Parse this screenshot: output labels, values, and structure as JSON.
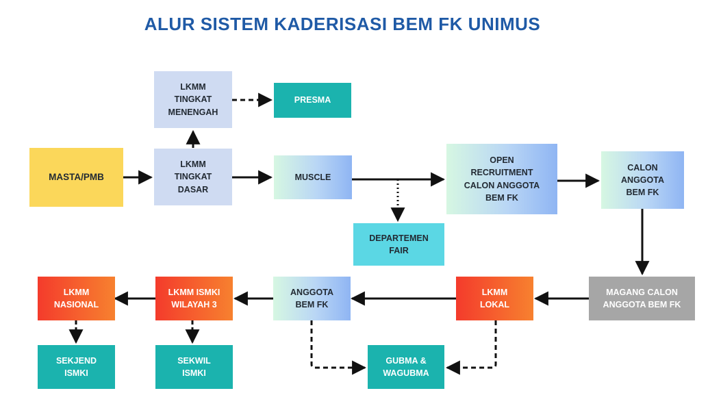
{
  "title": "ALUR SISTEM KADERISASI BEM FK UNIMUS",
  "colors": {
    "title": "#1f5aa6",
    "edge": "#111111",
    "yellow": "#fbd75a",
    "lavender": "#cfdbf2",
    "teal": "#1bb3ae",
    "cyan": "#5bd7e4",
    "gray": "#a6a6a6",
    "red_start": "#f43b2c",
    "red_end": "#f7812f"
  },
  "nodes": {
    "masta": "MASTA/PMB",
    "lkmm_dasar": "LKMM\nTINGKAT\nDASAR",
    "lkmm_menengah": "LKMM\nTINGKAT\nMENENGAH",
    "presma": "PRESMA",
    "muscle": "MUSCLE",
    "departemen_fair": "DEPARTEMEN\nFAIR",
    "open_recruitment": "OPEN\nRECRUITMENT\nCALON ANGGOTA\nBEM FK",
    "calon_anggota": "CALON\nANGGOTA\nBEM FK",
    "magang": "MAGANG CALON\nANGGOTA BEM FK",
    "lkmm_lokal": "LKMM\nLOKAL",
    "anggota_bemfk": "ANGGOTA\nBEM FK",
    "lkmm_ismki": "LKMM ISMKI\nWILAYAH 3",
    "lkmm_nasional": "LKMM\nNASIONAL",
    "sekjend": "SEKJEND\nISMKI",
    "sekwil": "SEKWIL\nISMKI",
    "gubma": "GUBMA &\nWAGUBMA"
  },
  "edges": [
    {
      "from": "masta",
      "to": "lkmm_dasar",
      "style": "solid"
    },
    {
      "from": "lkmm_dasar",
      "to": "lkmm_menengah",
      "style": "solid"
    },
    {
      "from": "lkmm_menengah",
      "to": "presma",
      "style": "dashed"
    },
    {
      "from": "lkmm_dasar",
      "to": "muscle",
      "style": "solid"
    },
    {
      "from": "muscle",
      "to": "open_recruitment",
      "style": "solid"
    },
    {
      "from": "muscle",
      "to": "departemen_fair",
      "style": "dotted"
    },
    {
      "from": "open_recruitment",
      "to": "calon_anggota",
      "style": "solid"
    },
    {
      "from": "calon_anggota",
      "to": "magang",
      "style": "solid"
    },
    {
      "from": "magang",
      "to": "lkmm_lokal",
      "style": "solid"
    },
    {
      "from": "lkmm_lokal",
      "to": "anggota_bemfk",
      "style": "solid"
    },
    {
      "from": "anggota_bemfk",
      "to": "lkmm_ismki",
      "style": "solid"
    },
    {
      "from": "lkmm_ismki",
      "to": "lkmm_nasional",
      "style": "solid"
    },
    {
      "from": "lkmm_nasional",
      "to": "sekjend",
      "style": "dashed"
    },
    {
      "from": "lkmm_ismki",
      "to": "sekwil",
      "style": "dashed"
    },
    {
      "from": "anggota_bemfk",
      "to": "gubma",
      "style": "dashed"
    },
    {
      "from": "lkmm_lokal",
      "to": "gubma",
      "style": "dashed"
    }
  ]
}
